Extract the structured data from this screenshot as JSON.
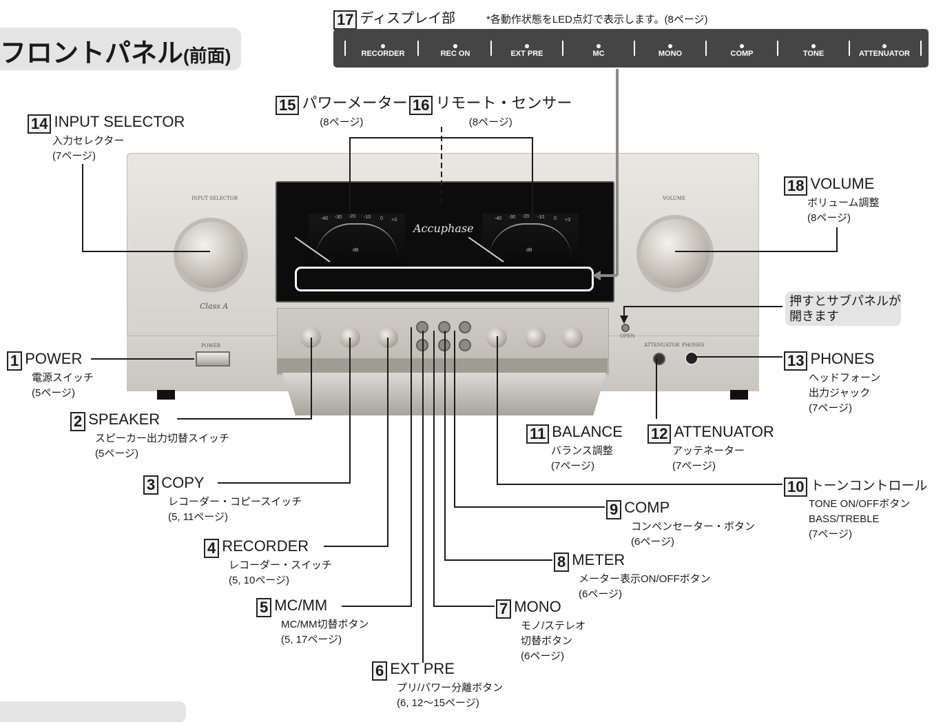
{
  "title": {
    "main": "フロントパネル",
    "sub": "(前面)"
  },
  "display_strip": {
    "heading_num": "17",
    "heading": "ディスプレイ部",
    "note": "*各動作状態をLED点灯で表示します。(8ページ)",
    "items": [
      "RECORDER",
      "REC ON",
      "EXT PRE",
      "MC",
      "MONO",
      "COMP",
      "TONE",
      "ATTENUATOR"
    ]
  },
  "amp": {
    "input_selector_label": "INPUT SELECTOR",
    "volume_label": "VOLUME",
    "logo": "Accuphase",
    "class_a": "Class A",
    "power_label": "POWER",
    "attenuator_label": "ATTENUATOR",
    "phones_label": "PHONES",
    "open_label": "OPEN"
  },
  "callout": "押すとサブパネルが開きます",
  "labels": {
    "n14": {
      "num": "14",
      "name": "INPUT SELECTOR",
      "sub1": "入力セレクター",
      "sub2": "(7ページ)"
    },
    "n15": {
      "num": "15",
      "name": "パワーメーター",
      "sub1": "(8ページ)"
    },
    "n16": {
      "num": "16",
      "name": "リモート・センサー",
      "sub1": "(8ページ)"
    },
    "n18": {
      "num": "18",
      "name": "VOLUME",
      "sub1": "ボリューム調整",
      "sub2": "(8ページ)"
    },
    "n1": {
      "num": "1",
      "name": "POWER",
      "sub1": "電源スイッチ",
      "sub2": "(5ページ)"
    },
    "n2": {
      "num": "2",
      "name": "SPEAKER",
      "sub1": "スピーカー出力切替スイッチ",
      "sub2": "(5ページ)"
    },
    "n3": {
      "num": "3",
      "name": "COPY",
      "sub1": "レコーダー・コピースイッチ",
      "sub2": "(5, 11ページ)"
    },
    "n4": {
      "num": "4",
      "name": "RECORDER",
      "sub1": "レコーダー・スイッチ",
      "sub2": "(5, 10ページ)"
    },
    "n5": {
      "num": "5",
      "name": "MC/MM",
      "sub1": "MC/MM切替ボタン",
      "sub2": "(5, 17ページ)"
    },
    "n6": {
      "num": "6",
      "name": "EXT PRE",
      "sub1": "プリ/パワー分離ボタン",
      "sub2": "(6, 12〜15ページ)"
    },
    "n7": {
      "num": "7",
      "name": "MONO",
      "sub1": "モノ/ステレオ",
      "sub2": "切替ボタン",
      "sub3": "(6ページ)"
    },
    "n8": {
      "num": "8",
      "name": "METER",
      "sub1": "メーター表示ON/OFFボタン",
      "sub2": "(6ページ)"
    },
    "n9": {
      "num": "9",
      "name": "COMP",
      "sub1": "コンペンセーター・ボタン",
      "sub2": "(6ページ)"
    },
    "n10": {
      "num": "10",
      "name": "トーンコントロール",
      "sub1": "TONE ON/OFFボタン",
      "sub2": "BASS/TREBLE",
      "sub3": "(7ページ)"
    },
    "n11": {
      "num": "11",
      "name": "BALANCE",
      "sub1": "バランス調整",
      "sub2": "(7ページ)"
    },
    "n12": {
      "num": "12",
      "name": "ATTENUATOR",
      "sub1": "アッテネーター",
      "sub2": "(7ページ)"
    },
    "n13": {
      "num": "13",
      "name": "PHONES",
      "sub1": "ヘッドフォーン",
      "sub2": "出力ジャック",
      "sub3": "(7ページ)"
    }
  },
  "panel": {
    "knobs": [
      "SPEAKER",
      "COPY",
      "RECORDER",
      "BASS",
      "TREBLE",
      "BALANCE"
    ],
    "meter_scale": [
      "-40",
      "-30",
      "-20",
      "-10",
      "0",
      "+3"
    ],
    "meter_unit": "dB"
  }
}
